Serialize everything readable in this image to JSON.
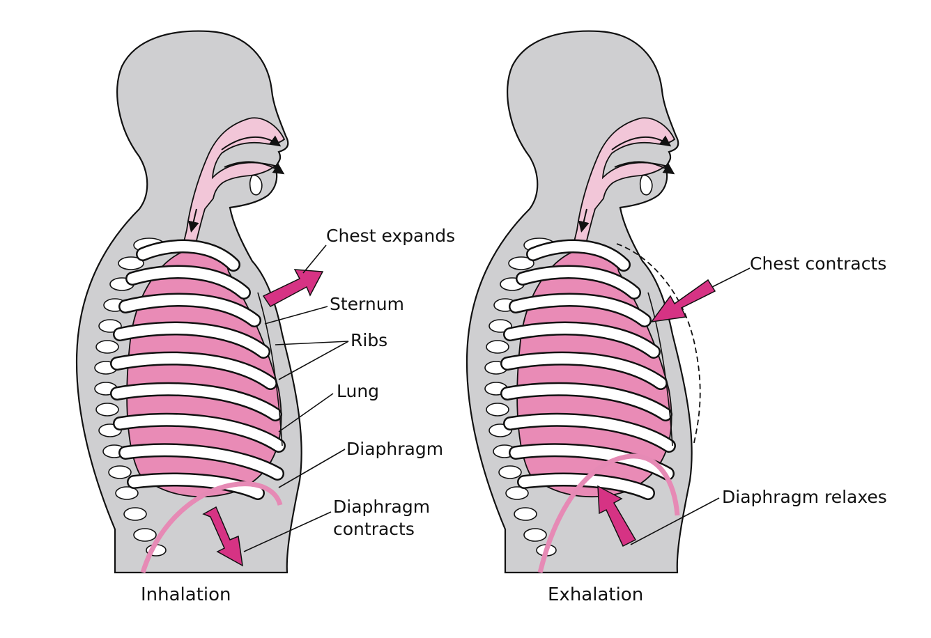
{
  "colors": {
    "body": "#cfcfd1",
    "lung": "#e98bb6",
    "airway": "#f2c6d8",
    "arrow": "#d63384",
    "rib": "#ffffff"
  },
  "panels": [
    {
      "caption": "Inhalation",
      "labels": {
        "chest": "Chest expands",
        "sternum": "Sternum",
        "ribs": "Ribs",
        "lung": "Lung",
        "diaphragm": "Diaphragm",
        "diaphragm_action_line1": "Diaphragm",
        "diaphragm_action_line2": "contracts"
      }
    },
    {
      "caption": "Exhalation",
      "labels": {
        "chest": "Chest contracts",
        "diaphragm_action": "Diaphragm relaxes"
      }
    }
  ]
}
